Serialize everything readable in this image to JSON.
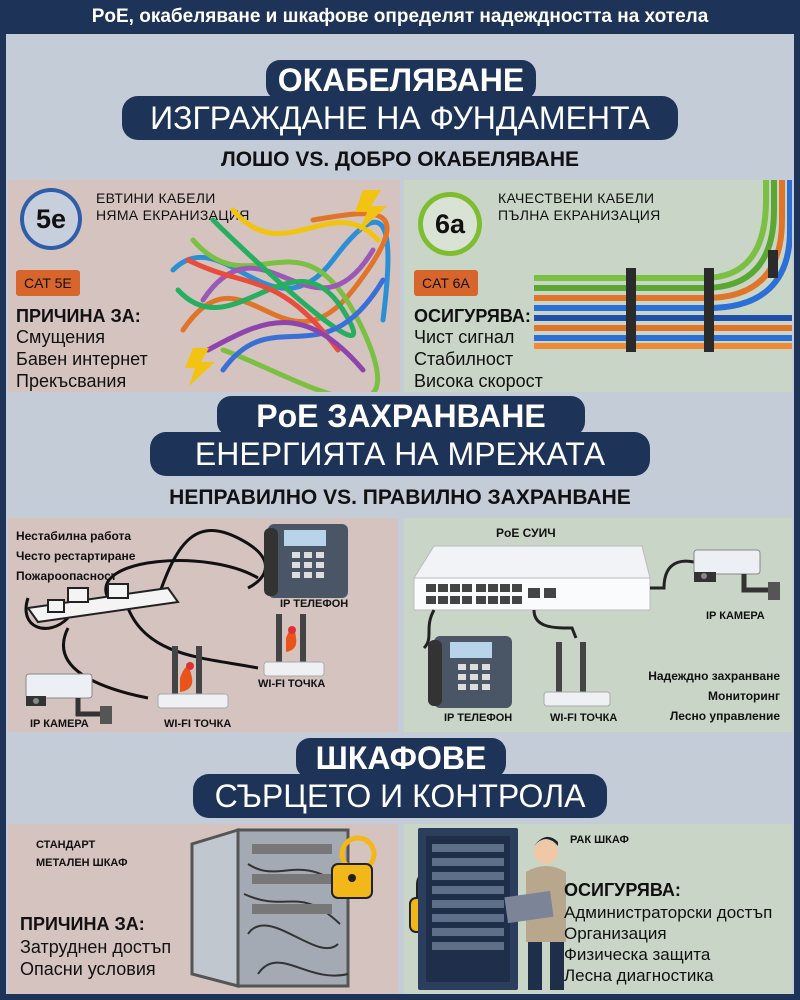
{
  "header": {
    "title": "PoE, окабеляване и шкафове определят надеждността на хотела"
  },
  "cabling": {
    "title": "ОКАБЕЛЯВАНЕ",
    "subtitle": "ИЗГРАЖДАНЕ НА ФУНДАМЕНТА",
    "compare": "ЛОШО VS. ДОБРО ОКАБЕЛЯВАНЕ",
    "bad": {
      "badge": "5e",
      "caption_line1": "ЕВТИНИ КАБЕЛИ",
      "caption_line2": "НЯМА ЕКРАНИЗАЦИЯ",
      "tag": "CAT 5E",
      "list_title": "ПРИЧИНА ЗА:",
      "items": [
        "Смущения",
        "Бавен интернет",
        "Прекъсвания"
      ]
    },
    "good": {
      "badge": "6a",
      "caption_line1": "КАЧЕСТВЕНИ КАБЕЛИ",
      "caption_line2": "ПЪЛНА ЕКРАНИЗАЦИЯ",
      "tag": "CAT 6A",
      "list_title": "ОСИГУРЯВА:",
      "items": [
        "Чист сигнал",
        "Стабилност",
        "Висока скорост"
      ]
    }
  },
  "poe": {
    "title": "PoE ЗАХРАНВАНЕ",
    "subtitle": "ЕНЕРГИЯТА НА МРЕЖАТА",
    "compare": "НЕПРАВИЛНО VS. ПРАВИЛНО ЗАХРАНВАНЕ",
    "bad": {
      "items": [
        "Нестабилна работа",
        "Често рестартиране",
        "Пожароопасност"
      ],
      "phone": "IP ТЕЛЕФОН",
      "wifi1": "WI-FI ТОЧКА",
      "wifi2": "WI-FI ТОЧКА",
      "camera": "IP КАМЕРА"
    },
    "good": {
      "switch": "PoE СУИЧ",
      "camera": "IP КАМЕРА",
      "phone": "IP ТЕЛЕФОН",
      "wifi": "WI-FI ТОЧКА",
      "items": [
        "Надеждно захранване",
        "Мониторинг",
        "Лесно управление"
      ]
    }
  },
  "cabinets": {
    "title": "ШКАФОВЕ",
    "subtitle": "СЪРЦЕТО И КОНТРОЛА",
    "bad": {
      "caption_line1": "СТАНДАРТ",
      "caption_line2": "МЕТАЛЕН ШКАФ",
      "list_title": "ПРИЧИНА ЗА:",
      "items": [
        "Затруднен достъп",
        "Опасни условия"
      ]
    },
    "good": {
      "caption": "РАК ШКАФ",
      "list_title": "ОСИГУРЯВА:",
      "items": [
        "Администраторски достъп",
        "Организация",
        "Физическа защита",
        "Лесна диагностика"
      ]
    }
  },
  "colors": {
    "navy": "#1e3358",
    "orange_tag": "#d8652b",
    "badge_5e": "#2f5ea8",
    "badge_6a": "#7dbd2f"
  }
}
